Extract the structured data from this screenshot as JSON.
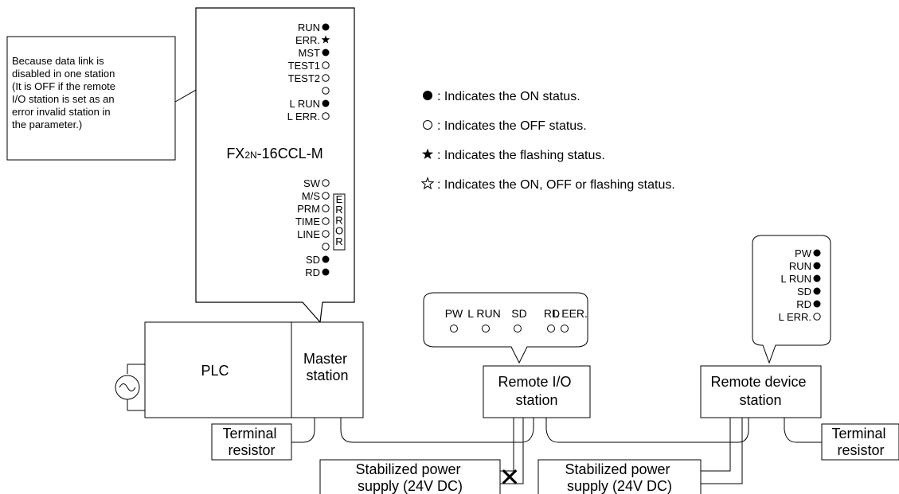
{
  "callout": {
    "lines": [
      "Because data link is",
      "disabled in one station",
      "(It is OFF if the remote",
      "I/O station is set as an",
      "error invalid station in",
      "the parameter.)"
    ]
  },
  "master_panel": {
    "top_leds": [
      {
        "label": "RUN",
        "state": "on"
      },
      {
        "label": "ERR.",
        "state": "flashing"
      },
      {
        "label": "MST",
        "state": "on"
      },
      {
        "label": "TEST1",
        "state": "off"
      },
      {
        "label": "TEST2",
        "state": "off"
      },
      {
        "label": "",
        "state": "off"
      },
      {
        "label": "L RUN",
        "state": "on"
      },
      {
        "label": "L ERR.",
        "state": "off"
      }
    ],
    "model_prefix": "FX",
    "model_sub": "2N",
    "model_suffix": "-16CCL-M",
    "bottom_leds": [
      {
        "label": "SW",
        "state": "off"
      },
      {
        "label": "M/S",
        "state": "off"
      },
      {
        "label": "PRM",
        "state": "off"
      },
      {
        "label": "TIME",
        "state": "off"
      },
      {
        "label": "LINE",
        "state": "off"
      },
      {
        "label": "",
        "state": "off"
      },
      {
        "label": "SD",
        "state": "on"
      },
      {
        "label": "RD",
        "state": "on"
      }
    ],
    "error_group_label": [
      "E",
      "R",
      "R",
      "O",
      "R"
    ]
  },
  "legend": [
    {
      "symbol": "on",
      "text": ": Indicates the ON status."
    },
    {
      "symbol": "off",
      "text": ": Indicates the OFF status."
    },
    {
      "symbol": "flashing",
      "text": ": Indicates the flashing status."
    },
    {
      "symbol": "any",
      "text": ": Indicates the ON, OFF or flashing status."
    }
  ],
  "remote_io_panel": {
    "leds": [
      {
        "label": "PW",
        "state": "off"
      },
      {
        "label": "L RUN",
        "state": "off"
      },
      {
        "label": "SD",
        "state": "off"
      },
      {
        "label": "RD",
        "state": "off"
      },
      {
        "label": "L EER.",
        "state": "off"
      }
    ]
  },
  "remote_device_panel": {
    "leds": [
      {
        "label": "PW",
        "state": "on"
      },
      {
        "label": "RUN",
        "state": "on"
      },
      {
        "label": "L RUN",
        "state": "on"
      },
      {
        "label": "SD",
        "state": "on"
      },
      {
        "label": "RD",
        "state": "on"
      },
      {
        "label": "L ERR.",
        "state": "off"
      }
    ]
  },
  "blocks": {
    "plc": "PLC",
    "master": [
      "Master",
      "station"
    ],
    "remote_io": [
      "Remote I/O",
      "station"
    ],
    "remote_device": [
      "Remote device",
      "station"
    ],
    "terminal_left": [
      "Terminal",
      "resistor"
    ],
    "terminal_right": [
      "Terminal",
      "resistor"
    ],
    "power_left": [
      "Stabilized power",
      "supply (24V DC)"
    ],
    "power_right": [
      "Stabilized power",
      "supply (24V DC)"
    ]
  },
  "disconnect_mark": "✕",
  "colors": {
    "line": "#000000",
    "background": "#ffffff"
  }
}
